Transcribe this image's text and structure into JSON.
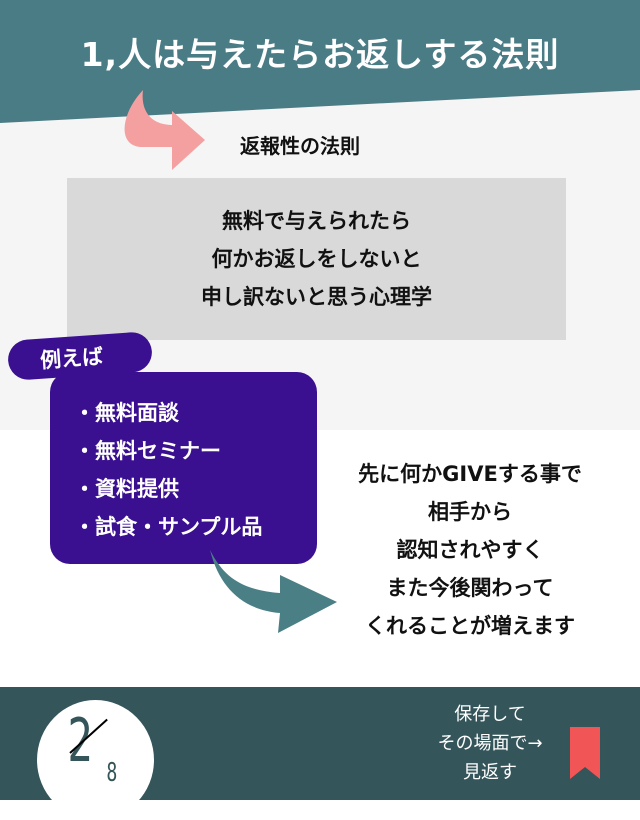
{
  "header": {
    "title": "1,人は与えたらお返しする法則"
  },
  "subtitle": "返報性の法則",
  "definition": {
    "lines": [
      "無料で与えられたら",
      "何かお返しをしないと",
      "申し訳ないと思う心理学"
    ]
  },
  "examples": {
    "label": "例えば",
    "items": [
      "・無料面談",
      "・無料セミナー",
      "・資料提供",
      "・試食・サンプル品"
    ]
  },
  "explanation": {
    "lines": [
      "先に何かGIVEする事で",
      "相手から",
      "認知されやすく",
      "また今後関わって",
      "くれることが増えます"
    ]
  },
  "footer": {
    "page_current": "2",
    "page_total": "8",
    "save_lines": [
      "保存して",
      "その場面で→",
      "見返す"
    ]
  },
  "colors": {
    "header": "#4a7c85",
    "footer": "#34555a",
    "accent": "#3a1090",
    "pink_arrow": "#f4a0a0",
    "bookmark": "#f25555"
  },
  "icons": {
    "bookmark": "bookmark-icon",
    "arrow_pink": "curved-arrow-icon",
    "arrow_teal": "curved-arrow-icon"
  }
}
